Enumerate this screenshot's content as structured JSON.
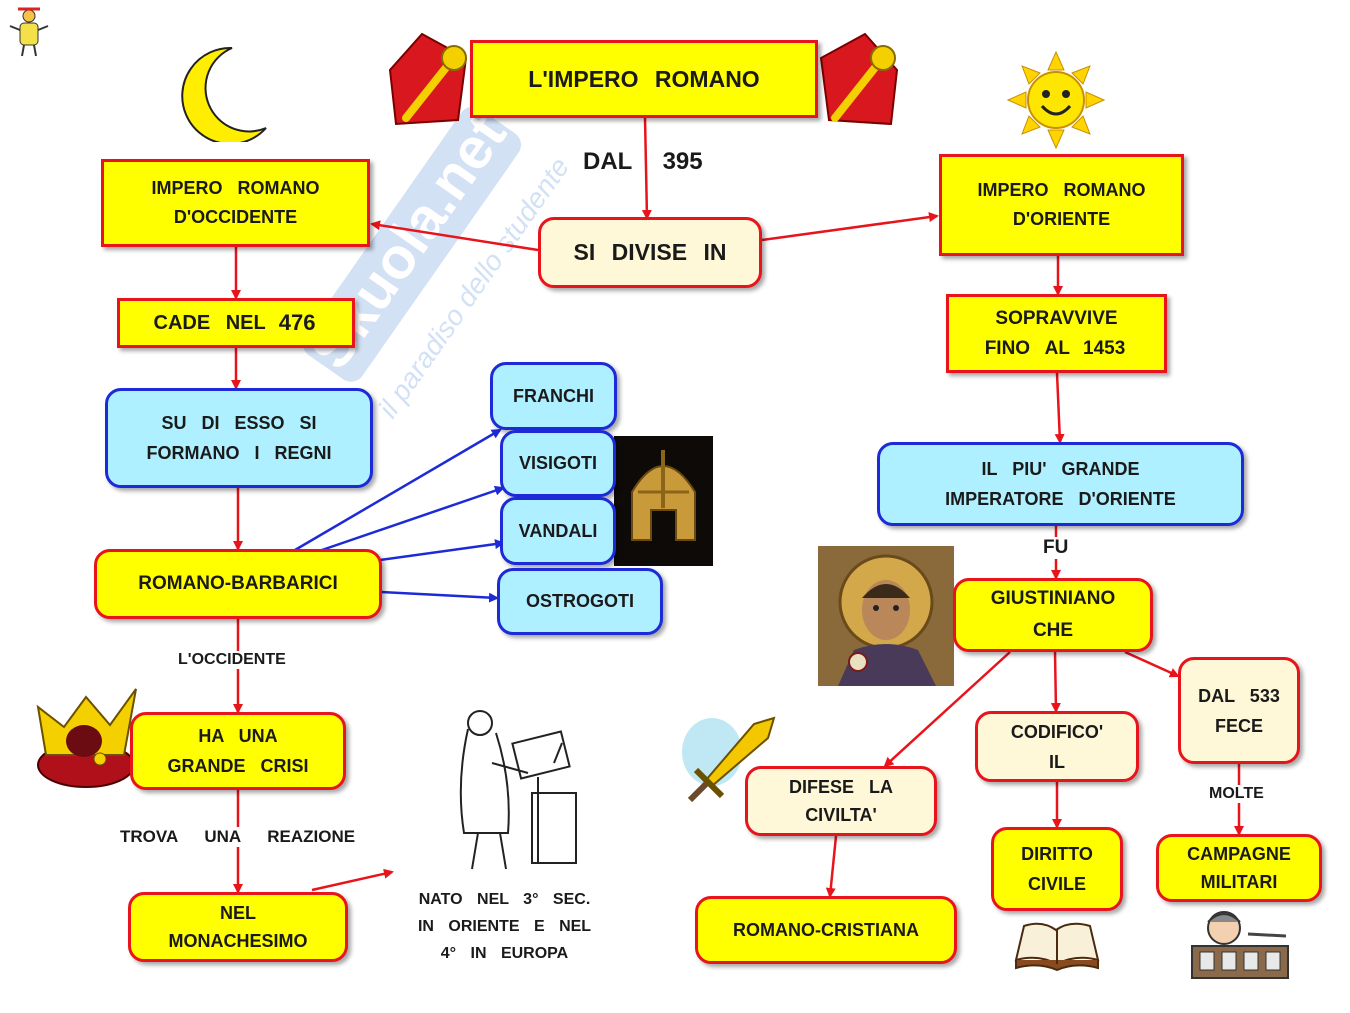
{
  "title": "L'IMPERO ROMANO",
  "connector_dal": "DAL",
  "connector_year": "395",
  "split": "SI DIVISE IN",
  "west": {
    "title_line1": "IMPERO ROMANO",
    "title_line2": "D'OCCIDENTE",
    "fall_text": "CADE NEL",
    "fall_year": "476",
    "kingdoms_line1": "SU DI ESSO SI",
    "kingdoms_line2": "FORMANO I REGNI",
    "romano_barbarici": "ROMANO-BARBARICI",
    "peoples": [
      "FRANCHI",
      "VISIGOTI",
      "VANDALI",
      "OSTROGOTI"
    ],
    "occidente_label": "L'OCCIDENTE",
    "crisis_line1": "HA UNA",
    "crisis_line2": "GRANDE CRISI",
    "reaction_label": "TROVA UNA REAZIONE",
    "monach_line1": "NEL",
    "monach_line2": "MONACHESIMO",
    "origin_line1": "NATO NEL 3° SEC.",
    "origin_line2": "IN ORIENTE E NEL",
    "origin_line3": "4° IN EUROPA"
  },
  "east": {
    "title_line1": "IMPERO ROMANO",
    "title_line2": "D'ORIENTE",
    "survive_line1": "SOPRAVVIVE",
    "survive_text": "FINO AL",
    "survive_year": "1453",
    "greatest_line1": "IL PIU' GRANDE",
    "greatest_line2": "IMPERATORE D'ORIENTE",
    "fu_label": "FU",
    "giust_line1": "GIUSTINIANO",
    "giust_line2": "CHE",
    "defended_line1": "DIFESE LA",
    "defended_line2": "CIVILTA'",
    "romano_cristiana": "ROMANO-CRISTIANA",
    "codified_line1": "CODIFICO'",
    "codified_line2": "IL",
    "law_line1": "DIRITTO",
    "law_line2": "CIVILE",
    "since_line1": "DAL 533",
    "since_line2": "FECE",
    "molte_label": "MOLTE",
    "campaigns_line1": "CAMPAGNE",
    "campaigns_line2": "MILITARI"
  },
  "watermark_text": "Skuola.net il paradiso dello studente",
  "colors": {
    "box_fill": "#ffff00",
    "box_border": "#e8141c",
    "cream_fill": "#fff8d8",
    "blue_fill": "#aef0ff",
    "blue_border": "#1d2ad8",
    "red_arrow": "#e8141c",
    "blue_arrow": "#1d2ad8"
  },
  "icons": [
    "moon-icon",
    "sun-icon",
    "scepter-icon",
    "crown-icon",
    "helmet-icon",
    "emperor-mosaic-icon",
    "monk-scribe-icon",
    "sword-icon",
    "book-icon",
    "soldier-icon",
    "mascot-icon"
  ]
}
